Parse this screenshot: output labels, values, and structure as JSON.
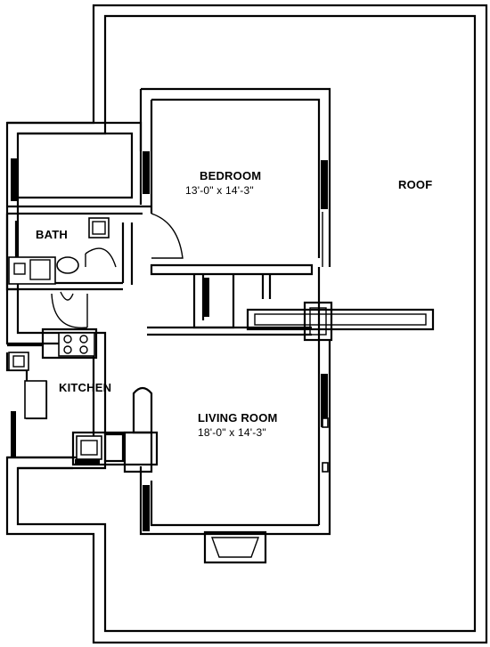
{
  "rooms": {
    "bedroom": {
      "name": "BEDROOM",
      "dimensions": "13'-0\" x 14'-3\""
    },
    "living_room": {
      "name": "LIVING ROOM",
      "dimensions": "18'-0\" x 14'-3\""
    },
    "bath": {
      "name": "BATH"
    },
    "kitchen": {
      "name": "KITCHEN"
    },
    "roof": {
      "name": "ROOF"
    }
  }
}
